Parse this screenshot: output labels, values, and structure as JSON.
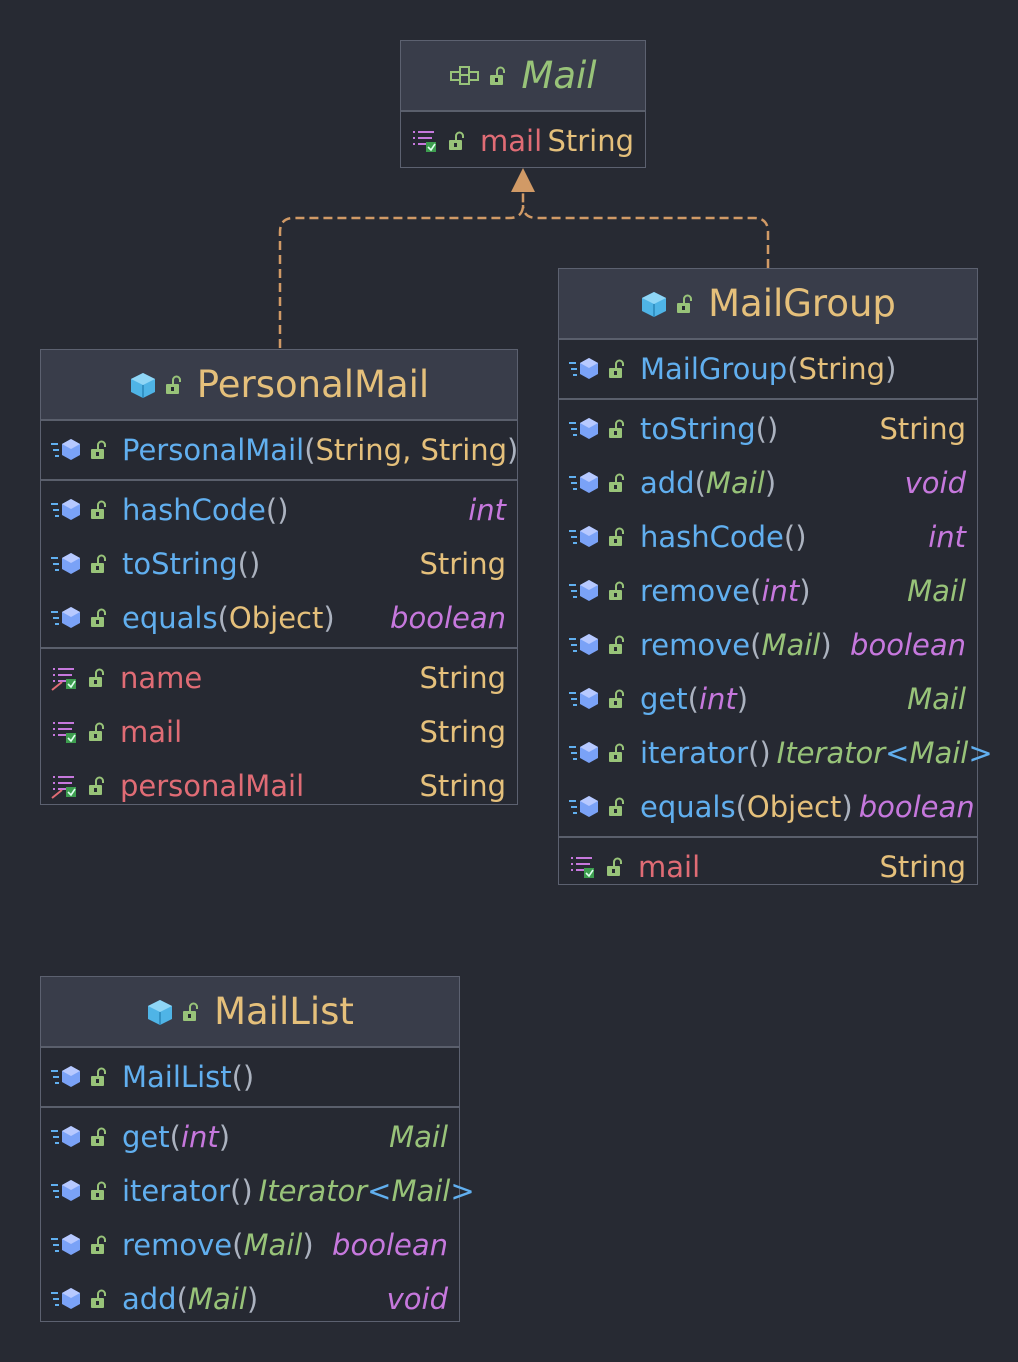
{
  "colors": {
    "background": "#272a33",
    "header": "#393d4a",
    "border": "#5c6170",
    "method": "#61afef",
    "field": "#e06c75",
    "type": "#e5c07b",
    "primitive": "#c678dd",
    "interface": "#98c379",
    "arrow": "#d19a66"
  },
  "classes": {
    "mail": {
      "title": "Mail",
      "fields": [
        {
          "name": "mail",
          "type": "String"
        }
      ]
    },
    "personal_mail": {
      "title": "PersonalMail",
      "constructor": {
        "name": "PersonalMail",
        "open": "(",
        "params": "String, String",
        "close": ")"
      },
      "methods": [
        {
          "name": "hashCode",
          "args": "()",
          "ret": "int"
        },
        {
          "name": "toString",
          "args": "()",
          "ret": "String"
        },
        {
          "name": "equals",
          "open": "(",
          "param": "Object",
          "close": ")",
          "ret": "boolean"
        }
      ],
      "fields": [
        {
          "name": "name",
          "type": "String"
        },
        {
          "name": "mail",
          "type": "String"
        },
        {
          "name": "personalMail",
          "type": "String"
        }
      ]
    },
    "mail_group": {
      "title": "MailGroup",
      "constructor": {
        "name": "MailGroup",
        "open": "(",
        "params": "String",
        "close": ")"
      },
      "methods": [
        {
          "name": "toString",
          "args": "()",
          "ret": "String"
        },
        {
          "name": "add",
          "open": "(",
          "param": "Mail",
          "close": ")",
          "ret": "void"
        },
        {
          "name": "hashCode",
          "args": "()",
          "ret": "int"
        },
        {
          "name": "remove",
          "open": "(",
          "param": "int",
          "close": ")",
          "ret": "Mail"
        },
        {
          "name": "remove",
          "open": "(",
          "param": "Mail",
          "close": ")",
          "ret": "boolean"
        },
        {
          "name": "get",
          "open": "(",
          "param": "int",
          "close": ")",
          "ret": "Mail"
        },
        {
          "name": "iterator",
          "args": "()",
          "ret_base": "Iterator",
          "ret_lt": "<",
          "ret_arg": "Mail",
          "ret_gt": ">"
        },
        {
          "name": "equals",
          "open": "(",
          "param": "Object",
          "close": ")",
          "ret": "boolean"
        }
      ],
      "fields": [
        {
          "name": "mail",
          "type": "String"
        }
      ]
    },
    "mail_list": {
      "title": "MailList",
      "constructor": {
        "name": "MailList",
        "args": "()"
      },
      "methods": [
        {
          "name": "get",
          "open": "(",
          "param": "int",
          "close": ")",
          "ret": "Mail"
        },
        {
          "name": "iterator",
          "args": "()",
          "ret_base": "Iterator",
          "ret_lt": "<",
          "ret_arg": "Mail",
          "ret_gt": ">"
        },
        {
          "name": "remove",
          "open": "(",
          "param": "Mail",
          "close": ")",
          "ret": "boolean"
        },
        {
          "name": "add",
          "open": "(",
          "param": "Mail",
          "close": ")",
          "ret": "void"
        }
      ]
    }
  }
}
